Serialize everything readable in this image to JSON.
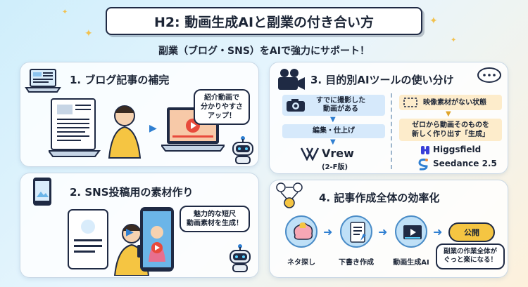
{
  "header": {
    "title": "H2: 動画生成AIと副業の付き合い方",
    "subtitle": "副業（ブログ・SNS）をAIで強力にサポート！"
  },
  "panel1": {
    "title": "1. ブログ記事の補完",
    "bubble": "紹介動画で\n分かりやすさ\nアップ！"
  },
  "panel2": {
    "title": "2. SNS投稿用の素材作り",
    "bubble": "魅力的な短尺\n動画素材を生成！"
  },
  "panel3": {
    "title": "3. 目的別AIツールの使い分け",
    "left_flow": [
      "すでに撮影した\n動画がある",
      "編集・仕上げ"
    ],
    "left_tool": "Vrew",
    "left_tool_note": "(2-F版)",
    "right_flow": [
      "映像素材がない状態",
      "ゼロから動画そのものを\n新しく作り出す「生成」"
    ],
    "right_tools": [
      "Higgsfield",
      "Seedance 2.5"
    ]
  },
  "panel4": {
    "title": "4. 記事作成全体の効率化",
    "steps": [
      "ネタ探し",
      "下書き作成",
      "動画生成AI"
    ],
    "publish": "公開",
    "bubble": "副業の作業全体が\nぐっと楽になる！"
  },
  "colors": {
    "accent": "#2f7fd1",
    "publish": "#f5c542",
    "ink": "#1f2a44"
  }
}
